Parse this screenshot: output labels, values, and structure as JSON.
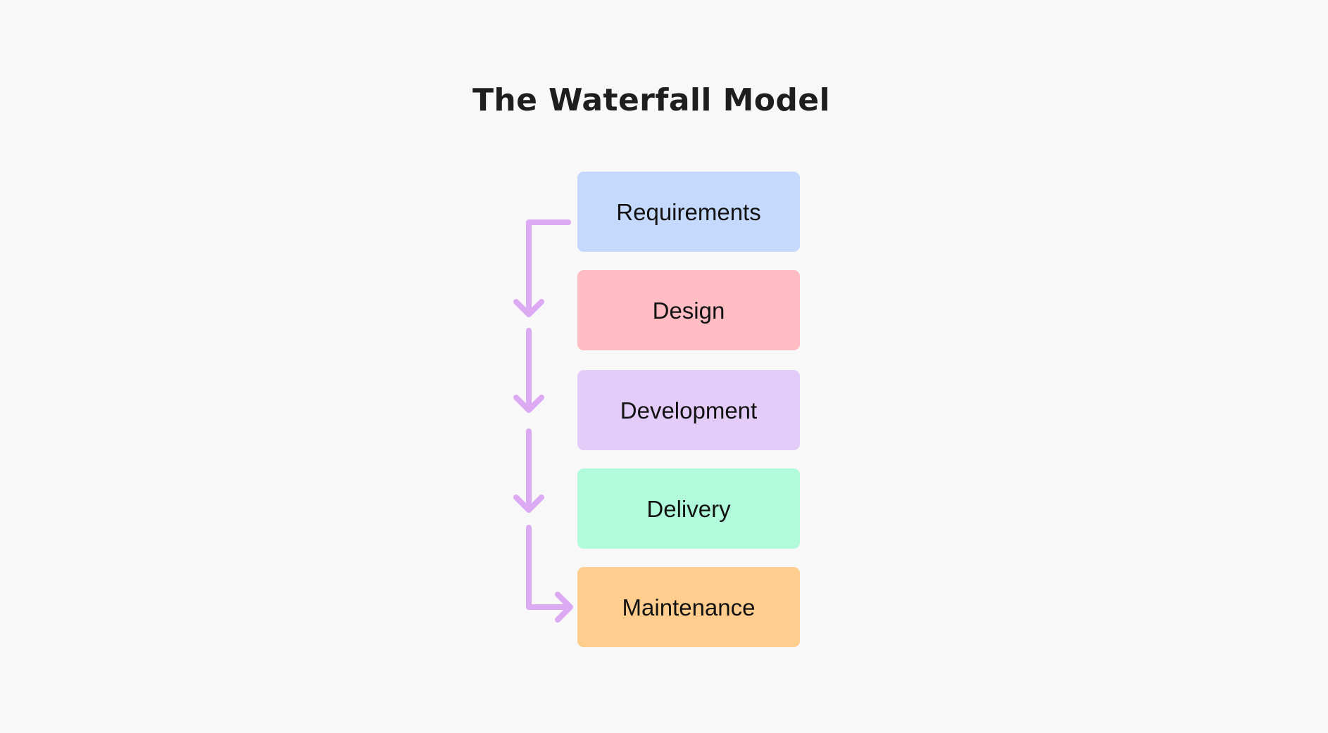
{
  "title": "The Waterfall Model",
  "colors": {
    "background": "#f8f8f9",
    "title_text": "#1e1e1e",
    "stage_text": "#121212",
    "arrow": "#dcaaf3"
  },
  "stages": [
    {
      "label": "Requirements",
      "color": "#c5d9fd"
    },
    {
      "label": "Design",
      "color": "#ffbcc2"
    },
    {
      "label": "Development",
      "color": "#e4ccf9"
    },
    {
      "label": "Delivery",
      "color": "#b1fadc"
    },
    {
      "label": "Maintenance",
      "color": "#ffcd8e"
    }
  ]
}
